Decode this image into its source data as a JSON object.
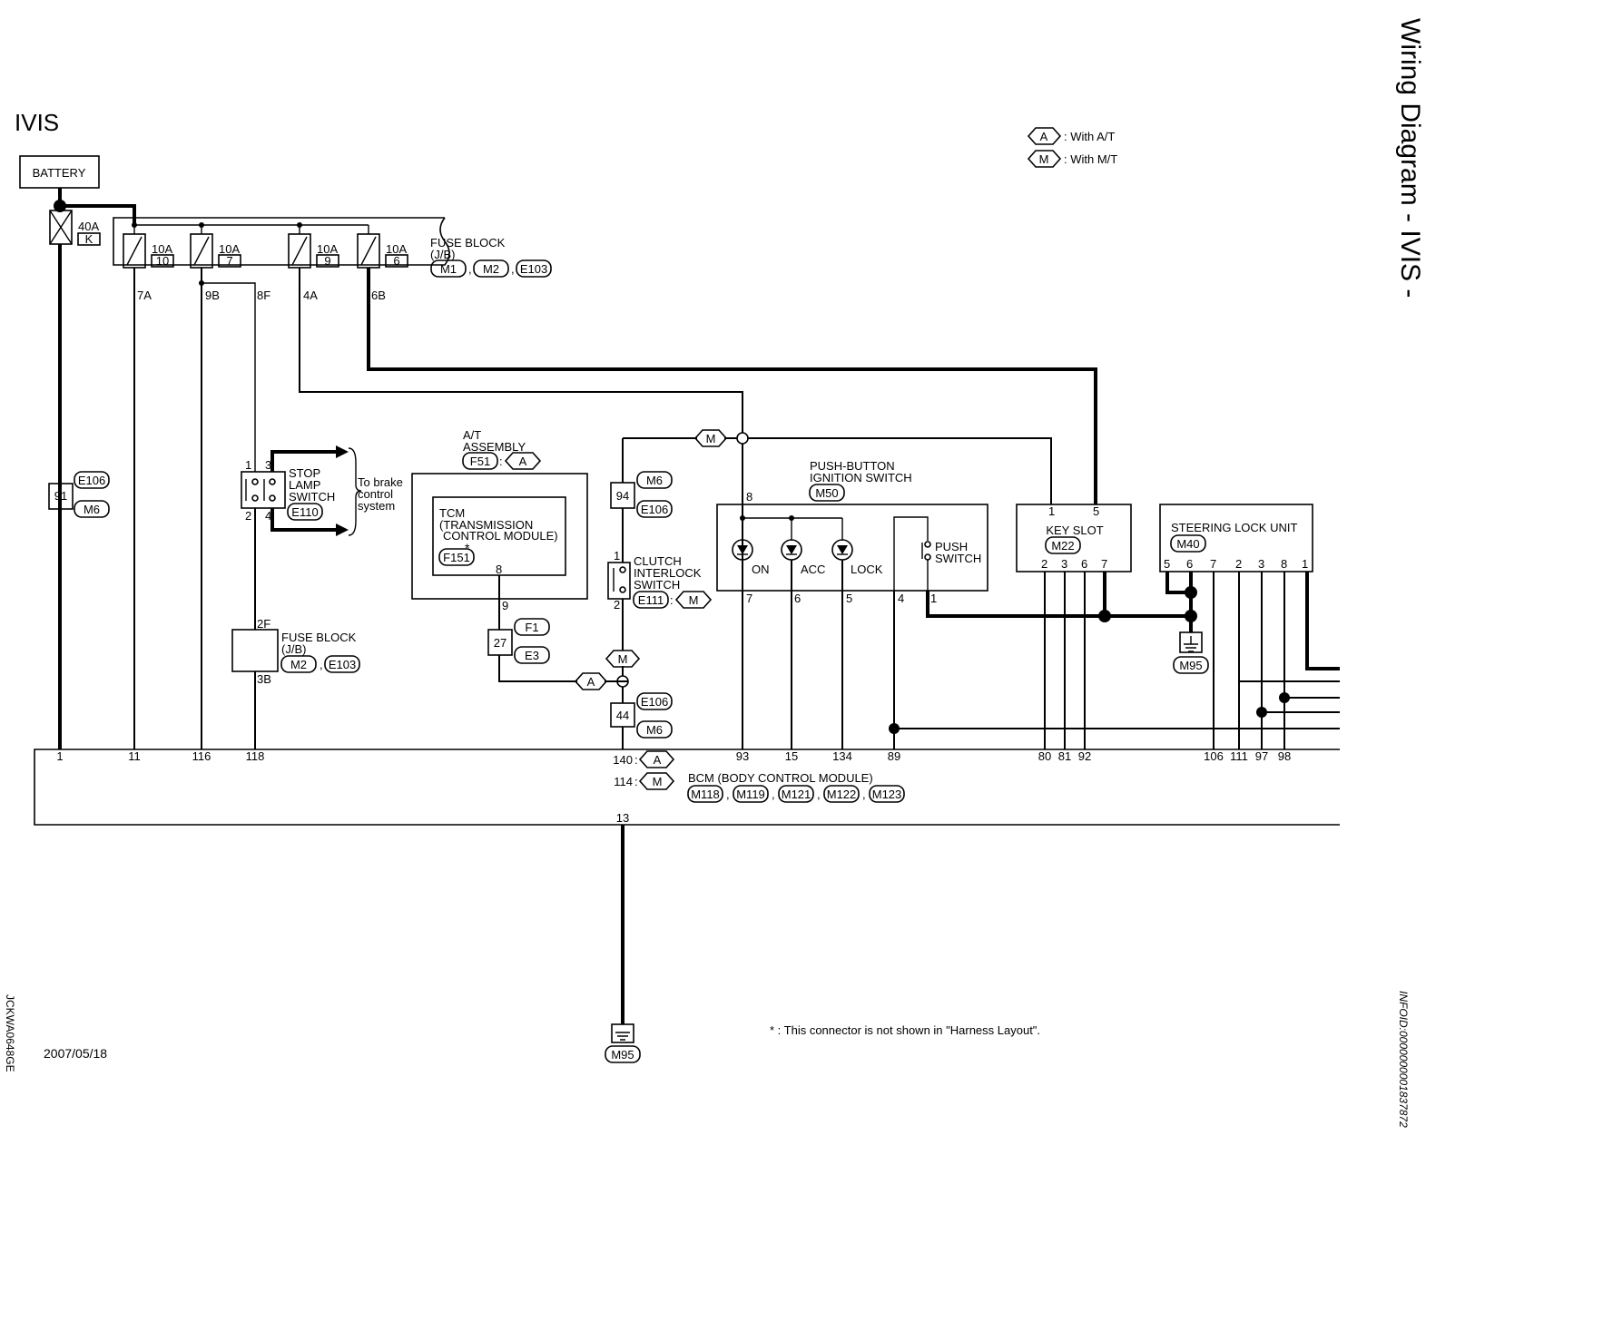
{
  "page": {
    "title": "IVIS",
    "side_title": "Wiring Diagram - IVIS -",
    "code": "JCKWA0648GE",
    "date": "2007/05/18",
    "info_id": "INFOID:0000000001837872"
  },
  "legend": {
    "a": {
      "tag": "A",
      "text": ": With A/T"
    },
    "m": {
      "tag": "M",
      "text": ": With M/T"
    }
  },
  "footnote": "* : This connector is not shown in \"Harness Layout\".",
  "battery": {
    "label": "BATTERY"
  },
  "fuse_block_main": {
    "name": "FUSE BLOCK",
    "sub": "(J/B)",
    "connectors": [
      "M1",
      "M2",
      "E103"
    ],
    "fuses": [
      {
        "amp": "40A",
        "id": "K"
      },
      {
        "amp": "10A",
        "id": "10",
        "out": "7A"
      },
      {
        "amp": "10A",
        "id": "7",
        "out": "9B"
      },
      {
        "amp": "10A",
        "id": "9",
        "out": "4A"
      },
      {
        "amp": "10A",
        "id": "6",
        "out": "6B"
      }
    ],
    "pin_8f": "8F"
  },
  "joint_91": {
    "number": "91",
    "conn1": "E106",
    "conn2": "M6"
  },
  "stop_lamp": {
    "lines": [
      "STOP",
      "LAMP",
      "SWITCH"
    ],
    "connector": "E110",
    "pins": [
      "1",
      "3",
      "2",
      "4"
    ],
    "dest": [
      "To brake",
      "control",
      "system"
    ]
  },
  "fuse_block_2": {
    "name": "FUSE BLOCK",
    "sub": "(J/B)",
    "connectors": [
      "M2",
      "E103"
    ],
    "pin_top": "2F",
    "pin_bottom": "3B"
  },
  "at_assembly": {
    "lines": [
      "A/T",
      "ASSEMBLY"
    ],
    "connector": "F51",
    "tag": "A",
    "tcm_lines": [
      "TCM",
      "(TRANSMISSION",
      "CONTROL MODULE)"
    ],
    "tcm_connector": "F151",
    "star": "*",
    "pin_8": "8",
    "pin_9": "9"
  },
  "joint_27": {
    "number": "27",
    "conn1": "F1",
    "conn2": "E3"
  },
  "joint_94": {
    "number": "94",
    "conn1": "M6",
    "conn2": "E106"
  },
  "joint_44": {
    "number": "44",
    "conn1": "E106",
    "conn2": "M6"
  },
  "clutch": {
    "lines": [
      "CLUTCH",
      "INTERLOCK",
      "SWITCH"
    ],
    "connector": "E111",
    "tag": "M",
    "pin_1": "1",
    "pin_2": "2"
  },
  "tags": {
    "m_top": "M",
    "m_mid": "M",
    "a_mid": "A"
  },
  "push_button": {
    "lines": [
      "PUSH-BUTTON",
      "IGNITION SWITCH"
    ],
    "connector": "M50",
    "pin_8": "8",
    "leds": [
      "ON",
      "ACC",
      "LOCK"
    ],
    "led_pins": [
      "7",
      "6",
      "5"
    ],
    "push_lines": [
      "PUSH",
      "SWITCH"
    ],
    "push_pins": [
      "4",
      "1"
    ]
  },
  "key_slot": {
    "label": "KEY SLOT",
    "connector": "M22",
    "top_pins": [
      "1",
      "5"
    ],
    "bottom_pins": [
      "2",
      "3",
      "6",
      "7"
    ]
  },
  "steering_lock": {
    "label": "STEERING LOCK UNIT",
    "connector": "M40",
    "pins": [
      "5",
      "6",
      "7",
      "2",
      "3",
      "8",
      "1"
    ]
  },
  "ground": {
    "gnd1": "M95",
    "gnd2": "M95"
  },
  "bcm": {
    "label": "BCM (BODY CONTROL MODULE)",
    "connectors": [
      "M118",
      "M119",
      "M121",
      "M122",
      "M123"
    ],
    "pins": [
      "1",
      "11",
      "116",
      "118",
      "93",
      "15",
      "134",
      "89",
      "80",
      "81",
      "92",
      "106",
      "111",
      "97",
      "98"
    ],
    "pin_140": "140",
    "pin_140_tag": "A",
    "pin_114": "114",
    "pin_114_tag": "M",
    "pin_13": "13"
  }
}
